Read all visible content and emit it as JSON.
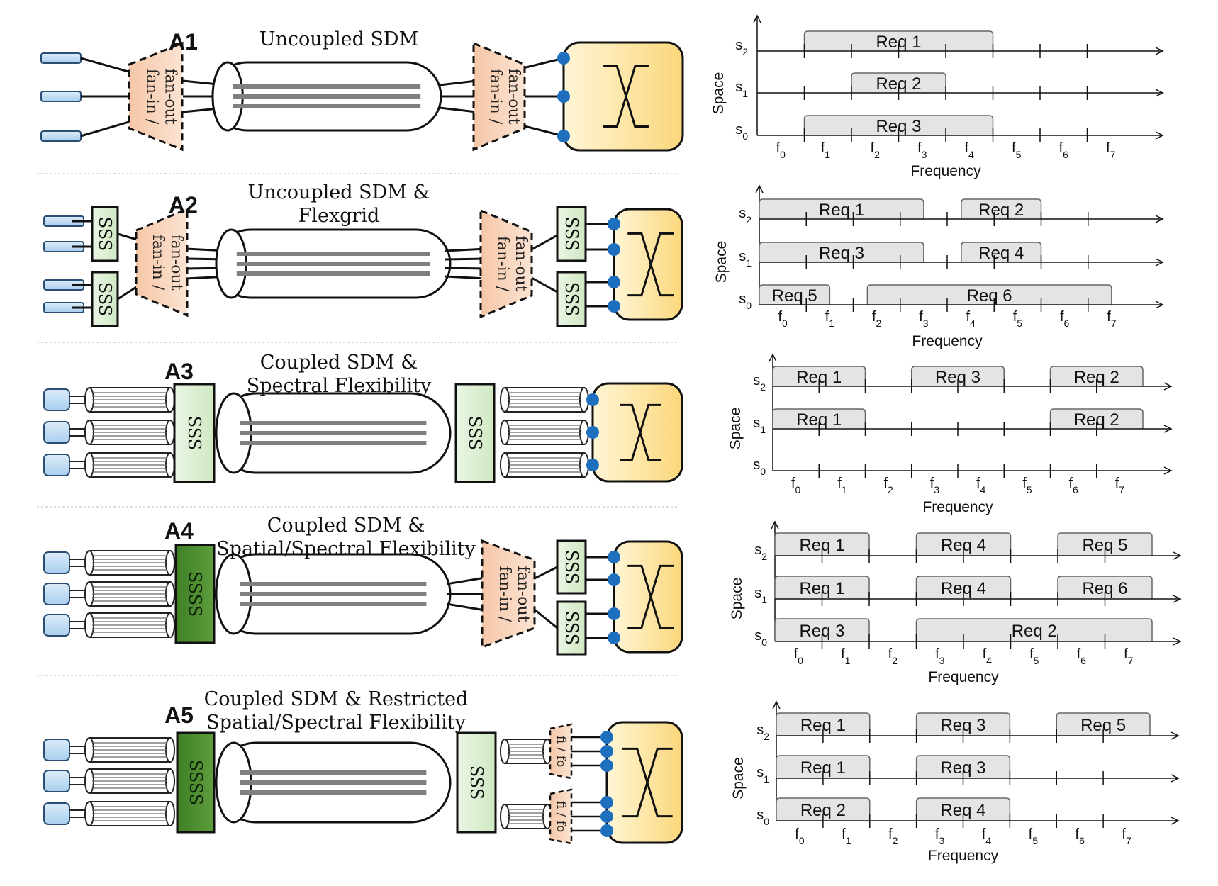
{
  "colors": {
    "fan": "#f6c7a8",
    "sss_light": "#cfe8c2",
    "ssss_dark": "#5e9e3d",
    "switch_fill": "#fbd77b",
    "port_blue": "#1f6fbf",
    "tx_blue": "#a9cfee",
    "req_fill": "#e4e4e4",
    "fiber_core": "#808080"
  },
  "icons": [
    "transceiver-icon",
    "fan-in-fan-out-icon",
    "fiber-icon",
    "switch-icon",
    "sss-icon"
  ],
  "panels": [
    {
      "id": "A1",
      "title_lines": [
        "Uncoupled SDM"
      ],
      "fan_label": [
        "fan-in /",
        "fan-out"
      ],
      "space_labels": [
        "s",
        "s",
        "s"
      ],
      "requests": [
        {
          "label": "Req 1",
          "row": 2,
          "from": 1,
          "to": 5
        },
        {
          "label": "Req 2",
          "row": 1,
          "from": 2,
          "to": 4
        },
        {
          "label": "Req 3",
          "row": 0,
          "from": 1,
          "to": 5
        }
      ]
    },
    {
      "id": "A2",
      "title_lines": [
        "Uncoupled SDM &",
        "Flexgrid"
      ],
      "fan_label": [
        "fan-in /",
        "fan-out"
      ],
      "requests": [
        {
          "label": "Req 1",
          "row": 2,
          "from": 0,
          "to": 3.5
        },
        {
          "label": "Req 2",
          "row": 2,
          "from": 4.3,
          "to": 6
        },
        {
          "label": "Req 3",
          "row": 1,
          "from": 0,
          "to": 3.5
        },
        {
          "label": "Req 4",
          "row": 1,
          "from": 4.3,
          "to": 6
        },
        {
          "label": "Req 5",
          "row": 0,
          "from": 0,
          "to": 1.5
        },
        {
          "label": "Req 6",
          "row": 0,
          "from": 2.3,
          "to": 7.5
        }
      ]
    },
    {
      "id": "A3",
      "title_lines": [
        "Coupled SDM &",
        "Spectral Flexibility"
      ],
      "requests": [
        {
          "label": "Req 1",
          "row": 2,
          "from": 0,
          "to": 2
        },
        {
          "label": "Req 3",
          "row": 2,
          "from": 3,
          "to": 5
        },
        {
          "label": "Req 2",
          "row": 2,
          "from": 6,
          "to": 8
        },
        {
          "label": "Req 1",
          "row": 1,
          "from": 0,
          "to": 2
        },
        {
          "label": "Req 2",
          "row": 1,
          "from": 6,
          "to": 8
        }
      ]
    },
    {
      "id": "A4",
      "title_lines": [
        "Coupled SDM &",
        "Spatial/Spectral Flexibility"
      ],
      "fan_label": [
        "fan-in /",
        "fan-out"
      ],
      "requests": [
        {
          "label": "Req 1",
          "row": 2,
          "from": 0,
          "to": 2
        },
        {
          "label": "Req 4",
          "row": 2,
          "from": 3,
          "to": 5
        },
        {
          "label": "Req 5",
          "row": 2,
          "from": 6,
          "to": 8
        },
        {
          "label": "Req 1",
          "row": 1,
          "from": 0,
          "to": 2
        },
        {
          "label": "Req 4",
          "row": 1,
          "from": 3,
          "to": 5
        },
        {
          "label": "Req 6",
          "row": 1,
          "from": 6,
          "to": 8
        },
        {
          "label": "Req 3",
          "row": 0,
          "from": 0,
          "to": 2
        },
        {
          "label": "Req 2",
          "row": 0,
          "from": 3,
          "to": 8
        }
      ]
    },
    {
      "id": "A5",
      "title_lines": [
        "Coupled SDM & Restricted",
        "Spatial/Spectral Flexibility"
      ],
      "fifo_label": "fi / fo",
      "requests": [
        {
          "label": "Req 1",
          "row": 2,
          "from": 0,
          "to": 2
        },
        {
          "label": "Req 3",
          "row": 2,
          "from": 3,
          "to": 5
        },
        {
          "label": "Req 5",
          "row": 2,
          "from": 6,
          "to": 8
        },
        {
          "label": "Req 1",
          "row": 1,
          "from": 0,
          "to": 2
        },
        {
          "label": "Req 3",
          "row": 1,
          "from": 3,
          "to": 5
        },
        {
          "label": "Req 2",
          "row": 0,
          "from": 0,
          "to": 2
        },
        {
          "label": "Req 4",
          "row": 0,
          "from": 3,
          "to": 5
        }
      ]
    }
  ],
  "sss_label": "SSS",
  "ssss_label": "SSSS",
  "axis": {
    "x_label": "Frequency",
    "y_label": "Space",
    "freq_sym": "f",
    "freq_subs": [
      "0",
      "1",
      "2",
      "3",
      "4",
      "5",
      "6",
      "7"
    ],
    "space_sym": "s",
    "space_subs": [
      "0",
      "1",
      "2"
    ]
  }
}
